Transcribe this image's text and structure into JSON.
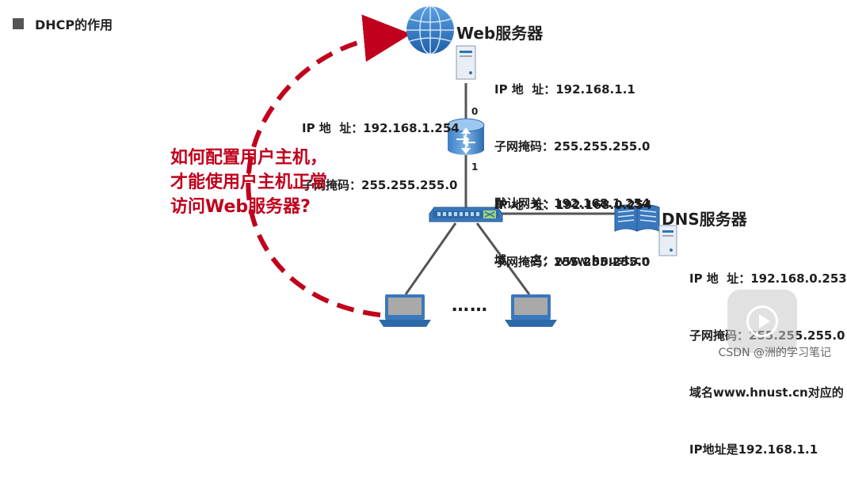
{
  "section": {
    "title": "DHCP的作用"
  },
  "web_server": {
    "title": "Web服务器",
    "ip": "IP 地  址：192.168.1.1",
    "mask": "子网掩码：255.255.255.0",
    "gateway": "默认网关：192.168.1.254",
    "domain": "域      名：www.hnust.cn"
  },
  "router_port0": {
    "ip": "IP 地  址：192.168.1.254",
    "mask": "子网掩码：255.255.255.0",
    "port": "0"
  },
  "router_port1": {
    "ip": "IP 地  址：192.168.0.254",
    "mask": "子网掩码：255.255.255.0",
    "port": "1"
  },
  "dns_server": {
    "title": "DNS服务器",
    "ip": "IP 地  址：192.168.0.253",
    "mask": "子网掩码：255.255.255.0",
    "mapping_line1": "域名www.hnust.cn对应的",
    "mapping_line2": "IP地址是192.168.1.1"
  },
  "question": {
    "line1": "如何配置用户主机，",
    "line2": "才能使用户主机正常",
    "line3": "访问Web服务器?"
  },
  "hosts": {
    "ellipsis": "……"
  },
  "watermark": "CSDN @洲的学习笔记",
  "colors": {
    "arrow": "#c0001c",
    "device_blue": "#2e75b6",
    "link": "#555555"
  }
}
